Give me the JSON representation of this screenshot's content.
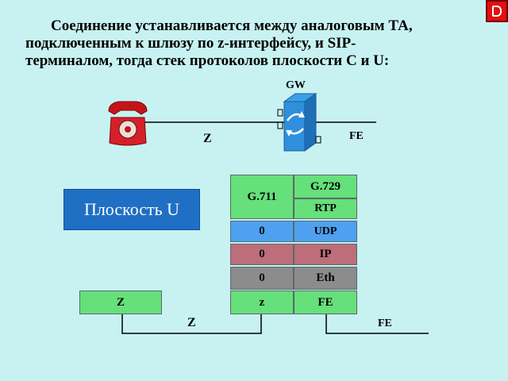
{
  "heading": {
    "line1": "Соединение устанавливается между аналоговым ТА,",
    "line2": "подключенным к шлюзу по z-интерфейсу, и SIP-",
    "line3": "терминалом, тогда стек протоколов плоскости С и U:"
  },
  "gateway_label": "GW",
  "top_diagram": {
    "z_label": "Z",
    "fe_label": "FE"
  },
  "plane_label": "Плоскость U",
  "stack": {
    "left": {
      "codec": "G.711",
      "udp": "0",
      "ip": "0",
      "eth": "0",
      "phys": "z"
    },
    "right": {
      "codec": "G.729",
      "rtp": "RTP",
      "udp": "UDP",
      "ip": "IP",
      "eth": "Eth",
      "phys": "FE"
    }
  },
  "bottom_diagram": {
    "terminal_label": "Z",
    "z_label": "Z",
    "fe_label": "FE"
  },
  "colors": {
    "background": "#c8f2f2",
    "green": "#66e07a",
    "blue": "#4fa0f0",
    "rose": "#bc6e7a",
    "grey": "#8c8c8c",
    "plane": "#1f6fc4"
  },
  "icons": [
    "telephone-icon",
    "gateway-switch-icon",
    "nav-next-icon"
  ]
}
